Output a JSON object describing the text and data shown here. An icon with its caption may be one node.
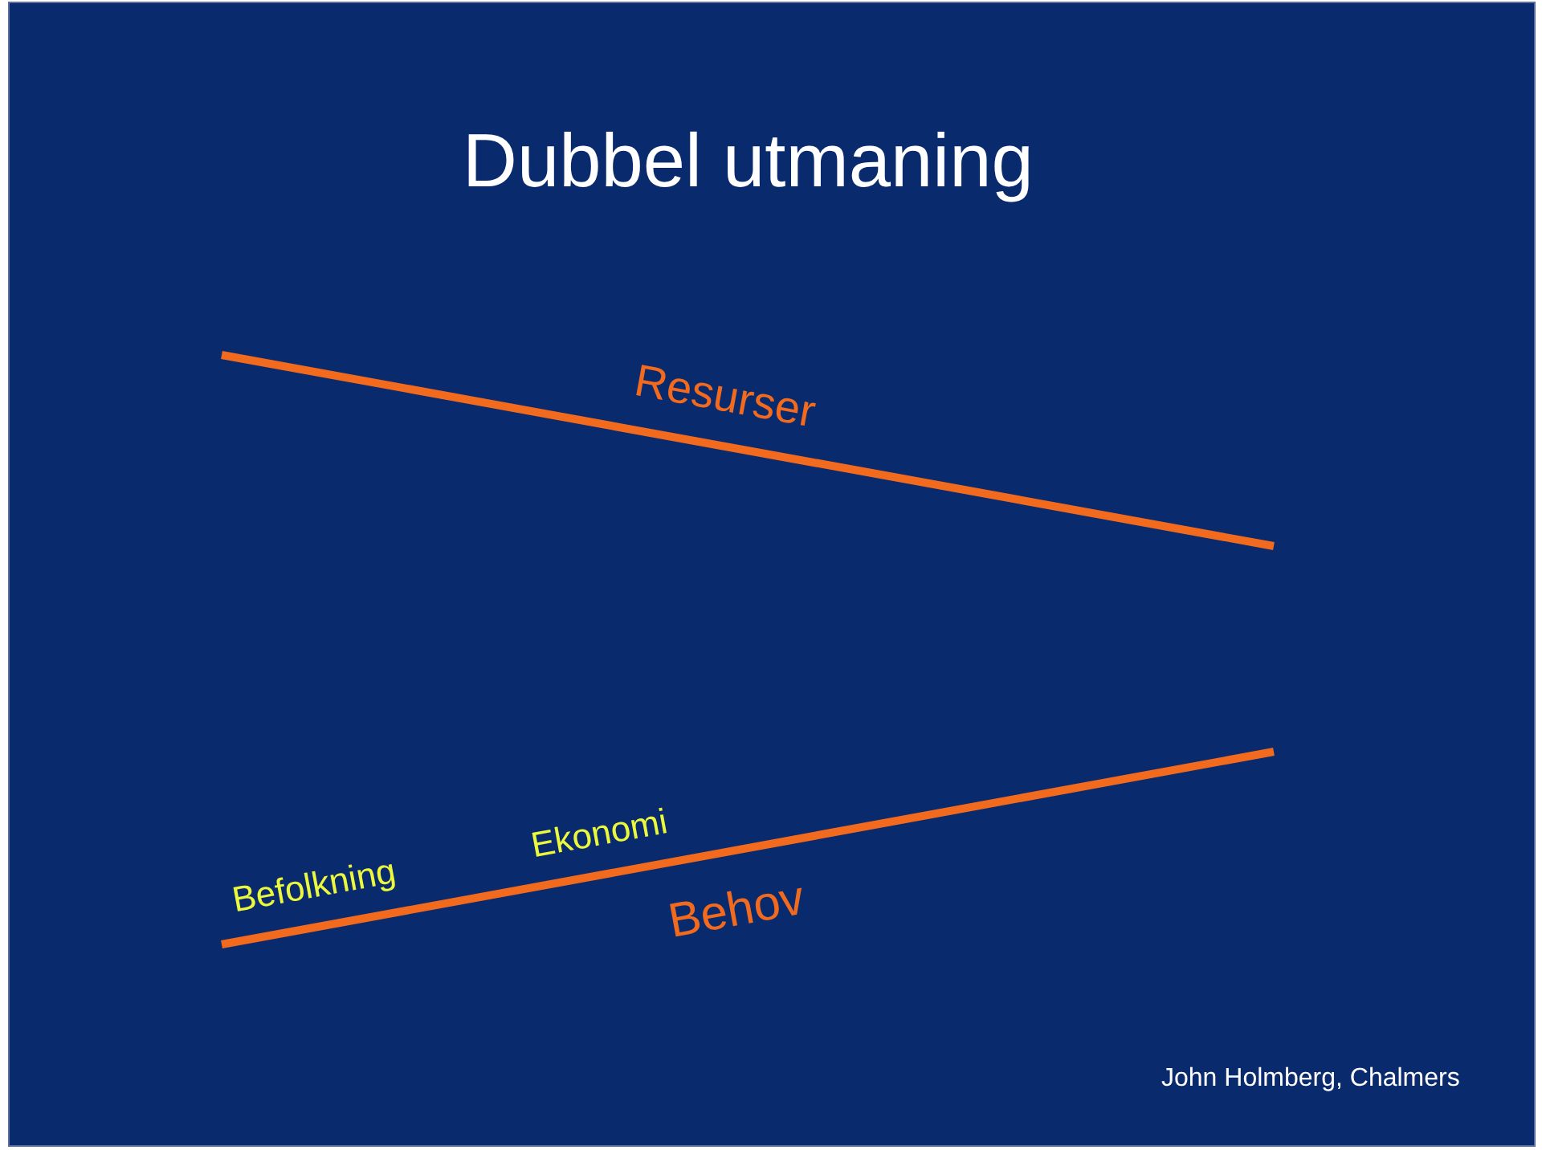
{
  "diagram": {
    "title": "Dubbel utmaning",
    "labels": [
      "Resurser",
      "Befolkning",
      "Ekonomi",
      "Behov",
      "John Holmberg, Chalmers"
    ]
  }
}
